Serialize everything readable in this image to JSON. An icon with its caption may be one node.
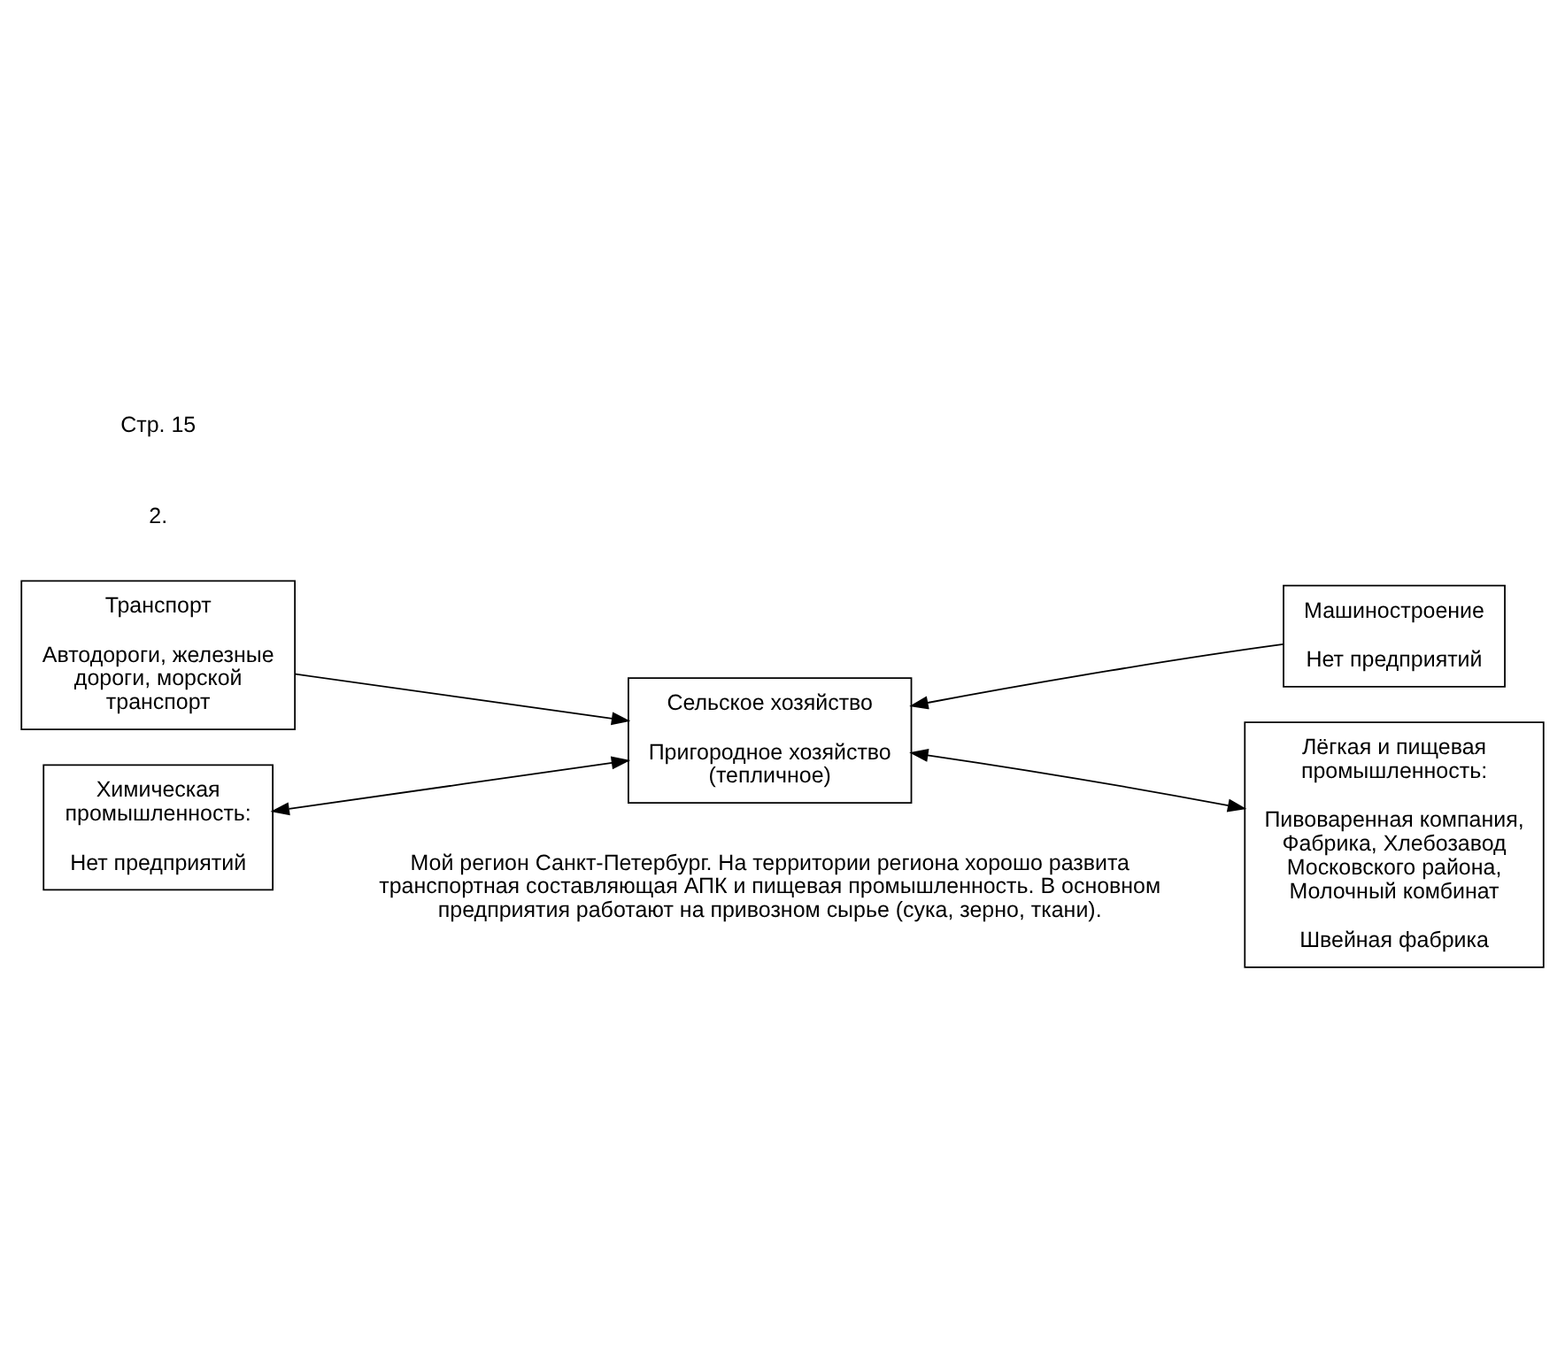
{
  "diagram": {
    "nodes": [
      {
        "text": [
          "Транспорт",
          "Автодороги, железные дороги, морской транспорт"
        ]
      },
      {
        "text": [
          "Химическая промышленность:",
          "Нет предприятий"
        ]
      },
      {
        "text": [
          "Сельское хозяйство",
          "Пригородное хозяйство (тепличное)"
        ]
      },
      {
        "text": [
          "Машиностроение",
          "Нет предприятий"
        ]
      },
      {
        "text": [
          "Лёгкая и пищевая промышленность:",
          "Пивоваренная компания, Фабрика, Хлебозавод Московского района, Молочный комбинат",
          "Швейная фабрика"
        ]
      }
    ],
    "edges": [
      {
        "from": 0,
        "to": 2,
        "arrow": "to"
      },
      {
        "from": 3,
        "to": 2,
        "arrow": "to"
      },
      {
        "from": 1,
        "to": 2,
        "arrow": "both"
      },
      {
        "from": 4,
        "to": 2,
        "arrow": "both"
      }
    ],
    "labels": [
      "Стр. 15",
      "2.",
      "Мой регион Санкт-Петербург. На территории региона хорошо развита транспортная составляющая АПК и пищевая промышленность. В основном предприятия работают на привозном сырье (сука, зерно, ткани)."
    ]
  }
}
